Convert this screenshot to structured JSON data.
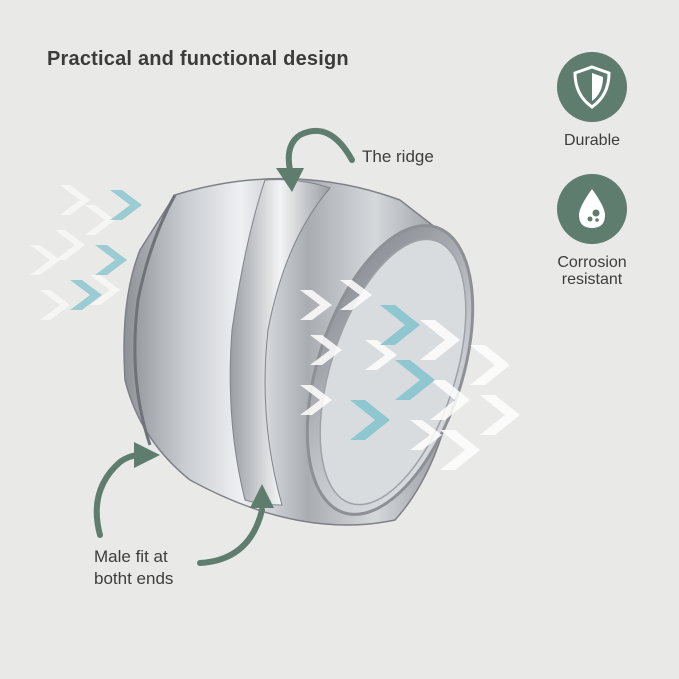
{
  "header": {
    "title": "Practical and functional design"
  },
  "callouts": {
    "ridge": "The ridge",
    "male_fit_line1": "Male fit at",
    "male_fit_line2": "botht ends"
  },
  "features": [
    {
      "label": "Durable",
      "icon": "shield-icon"
    },
    {
      "label_line1": "Corrosion",
      "label_line2": "resistant",
      "icon": "water-drop-icon"
    }
  ],
  "colors": {
    "background": "#e9e9e7",
    "accent_green": "#5f7d6e",
    "arrow_teal": "#8fc7d0",
    "text": "#3b3b3b"
  }
}
